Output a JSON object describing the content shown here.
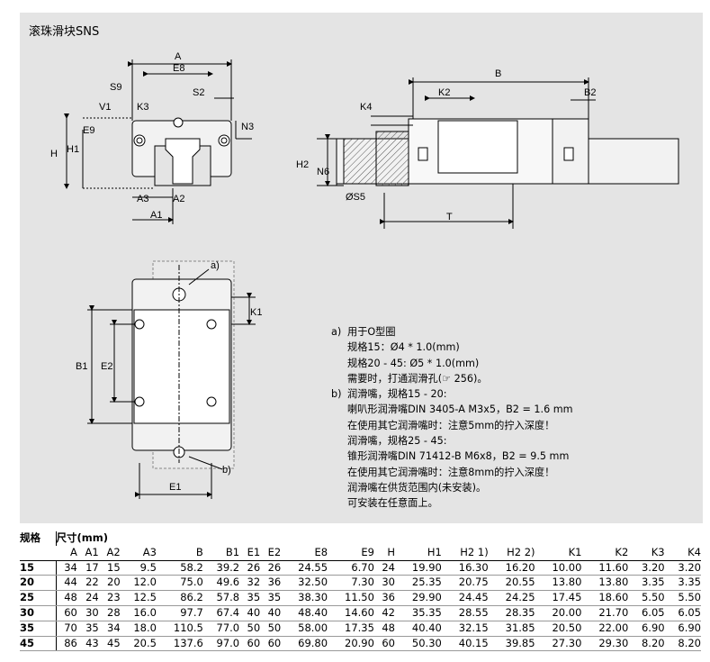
{
  "panel": {
    "title": "滚珠滑块SNS"
  },
  "drawing_labels": {
    "A": "A",
    "E8": "E8",
    "S9": "S9",
    "V1": "V1",
    "K3": "K3",
    "S2": "S2",
    "E9": "E9",
    "N3": "N3",
    "H": "H",
    "H1": "H1",
    "A3": "A3",
    "A2": "A2",
    "A1": "A1",
    "B": "B",
    "K2": "K2",
    "B2": "B2",
    "K4": "K4",
    "H2": "H2",
    "N6": "N6",
    "S5": "ØS5",
    "T": "T",
    "a": "a)",
    "K1": "K1",
    "B1": "B1",
    "E2": "E2",
    "E1": "E1",
    "b": "b)"
  },
  "notes": {
    "a_label": "a)",
    "a_line1": "用于O型圈",
    "a_line2": "规格15：Ø4 * 1.0(mm)",
    "a_line3": "规格20 - 45: Ø5 * 1.0(mm)",
    "a_line4": "需要时，打通润滑孔(☞ 256)。",
    "b_label": "b)",
    "b_line1": "润滑嘴，规格15 - 20:",
    "b_line2": "喇叭形润滑嘴DIN 3405-A M3x5，B2 = 1.6 mm",
    "b_line3": "在使用其它润滑嘴时：注意5mm的拧入深度！",
    "b_line4": "润滑嘴，规格25 - 45:",
    "b_line5": "锥形润滑嘴DIN 71412-B M6x8，B2 = 9.5 mm",
    "b_line6": "在使用其它润滑嘴时：注意8mm的拧入深度！",
    "b_line7": "润滑嘴在供货范围内(未安装)。",
    "b_line8": "可安装在任意面上。"
  },
  "table": {
    "size_header": "规格",
    "unit_header": "尺寸(mm)",
    "columns": [
      "A",
      "A1",
      "A2",
      "A3",
      "B",
      "B1",
      "E1",
      "E2",
      "E8",
      "E9",
      "H",
      "H1",
      "H2 1)",
      "H2 2)",
      "K1",
      "K2",
      "K3",
      "K4"
    ],
    "rows": [
      [
        "15",
        "34",
        "17",
        "15",
        "9.5",
        "58.2",
        "39.2",
        "26",
        "26",
        "24.55",
        "6.70",
        "24",
        "19.90",
        "16.30",
        "16.20",
        "10.00",
        "11.60",
        "3.20",
        "3.20"
      ],
      [
        "20",
        "44",
        "22",
        "20",
        "12.0",
        "75.0",
        "49.6",
        "32",
        "36",
        "32.50",
        "7.30",
        "30",
        "25.35",
        "20.75",
        "20.55",
        "13.80",
        "13.80",
        "3.35",
        "3.35"
      ],
      [
        "25",
        "48",
        "24",
        "23",
        "12.5",
        "86.2",
        "57.8",
        "35",
        "35",
        "38.30",
        "11.50",
        "36",
        "29.90",
        "24.45",
        "24.25",
        "17.45",
        "18.60",
        "5.50",
        "5.50"
      ],
      [
        "30",
        "60",
        "30",
        "28",
        "16.0",
        "97.7",
        "67.4",
        "40",
        "40",
        "48.40",
        "14.60",
        "42",
        "35.35",
        "28.55",
        "28.35",
        "20.00",
        "21.70",
        "6.05",
        "6.05"
      ],
      [
        "35",
        "70",
        "35",
        "34",
        "18.0",
        "110.5",
        "77.0",
        "50",
        "50",
        "58.00",
        "17.35",
        "48",
        "40.40",
        "32.15",
        "31.85",
        "20.50",
        "22.00",
        "6.90",
        "6.90"
      ],
      [
        "45",
        "86",
        "43",
        "45",
        "20.5",
        "137.6",
        "97.0",
        "60",
        "60",
        "69.80",
        "20.90",
        "60",
        "50.30",
        "40.15",
        "39.85",
        "27.30",
        "29.30",
        "8.20",
        "8.20"
      ]
    ]
  }
}
